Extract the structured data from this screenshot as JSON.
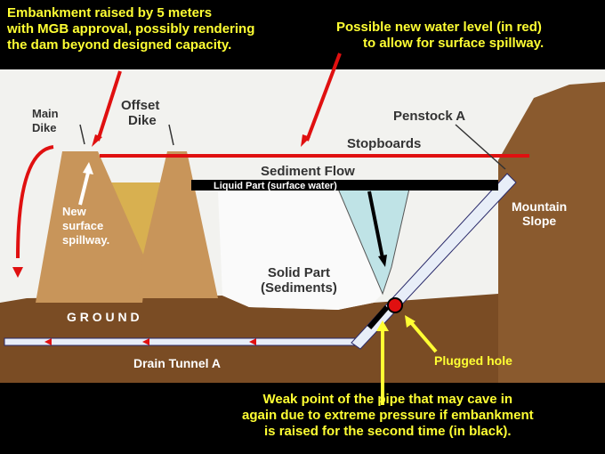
{
  "annotations": {
    "top_left": [
      "Embankment raised by 5 meters",
      "with MGB approval, possibly rendering",
      "the dam beyond designed capacity."
    ],
    "top_right": [
      "Possible new water level (in red)",
      "to allow for surface spillway."
    ],
    "bottom": [
      "Weak point of the pipe that may cave in",
      "again due to extreme pressure if embankment",
      "is raised for the second time (in black)."
    ],
    "plugged_hole": "Plugged hole"
  },
  "labels": {
    "main_dike": [
      "Main",
      "Dike"
    ],
    "offset_dike": [
      "Offset",
      "Dike"
    ],
    "new_spillway": [
      "New",
      "surface",
      "spillway."
    ],
    "penstock": "Penstock A",
    "stopboards": "Stopboards",
    "sediment_flow": "Sediment Flow",
    "liquid_part": "Liquid Part (surface water)",
    "solid_part": [
      "Solid Part",
      "(Sediments)"
    ],
    "mountain_slope": [
      "Mountain",
      "Slope"
    ],
    "ground": "G R O U N D",
    "drain_tunnel": "Drain Tunnel A"
  },
  "colors": {
    "red": "#e01010",
    "yellow": "#ffff33",
    "soil": "#8a5a2e",
    "dike": "#c8955a",
    "water": "#bfe3e6"
  }
}
